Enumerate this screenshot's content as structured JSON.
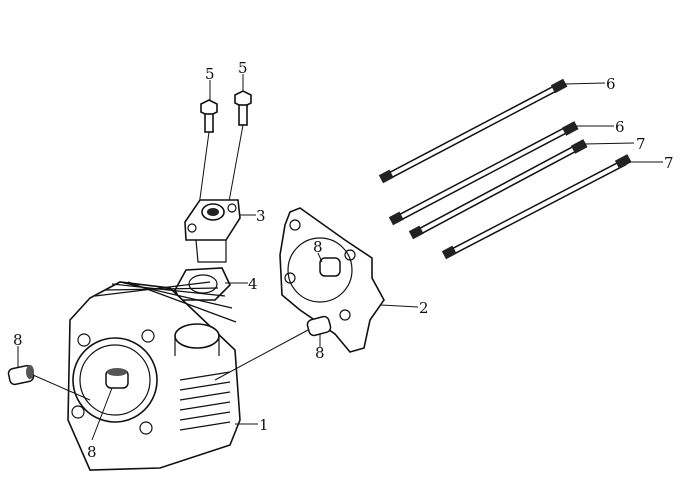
{
  "title": "Cylinder exploded parts diagram",
  "callouts": {
    "bolt_left": "5",
    "bolt_right": "5",
    "intake_pipe": "3",
    "intake_gasket": "4",
    "cylinder_gasket": "2",
    "cylinder": "1",
    "dowel_far_left": "8",
    "dowel_gasket": "8",
    "dowel_mid": "8",
    "dowel_cylinder": "8",
    "stud_top": "6",
    "stud_second": "6",
    "stud_third": "7",
    "stud_bottom": "7"
  }
}
